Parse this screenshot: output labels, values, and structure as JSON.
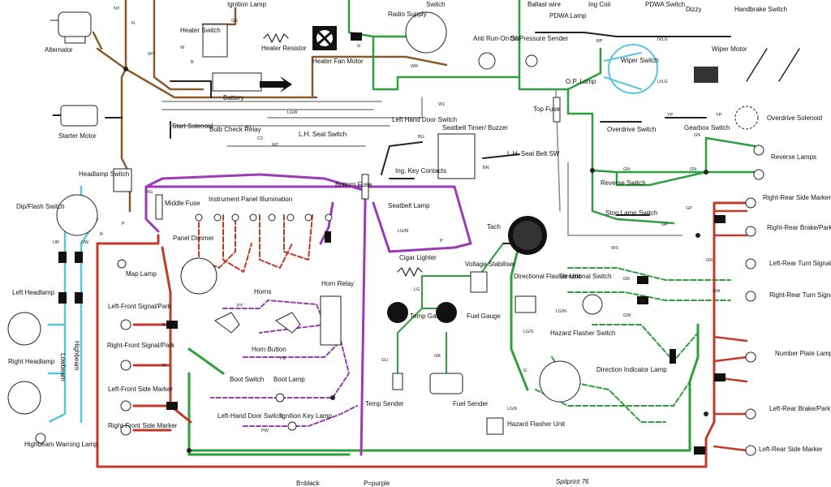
{
  "colors": {
    "brown": "#8b5a2b",
    "green": "#2e9e3e",
    "purple": "#9b3bb5",
    "red": "#c0392b",
    "blue": "#54c6e0",
    "black": "#222222",
    "yellow": "#e6c200",
    "grey": "#888888"
  },
  "components": {
    "ignition_lamp": "Ignition Lamp",
    "ign_coil": "Ing Coil",
    "ballast_wire": "Ballast wire",
    "switch_top": "Switch",
    "pdwa_switch": "PDWA Switch",
    "dizzy": "Dizzy",
    "handbrake_switch": "Handbrake Switch",
    "alternator": "Alternator",
    "heater_switch": "Heater Switch",
    "heater_resistor": "Heater Resistor",
    "heater_fan_motor": "Heater Fan Motor",
    "radio_supply": "Radio Supply",
    "anti_run_on_sol": "Anti Run-On Sol",
    "oil_pressure_sender": "Oil Pressure Sender",
    "pdwa_lamp": "PDWA Lamp",
    "op_lamp": "O.P. Lamp",
    "wiper_switch": "Wiper Switch",
    "wiper_motor": "Wiper Motor",
    "battery": "Battery",
    "starter_motor": "Starter Motor",
    "start_solenoid": "Start Solenoid",
    "bulb_check_relay": "Bulb Check Relay",
    "lh_seat_switch": "L.H. Seat Switch",
    "left_hand_door_switch_top": "Left Hand Door Switch",
    "seatbelt_timer": "Seatbelt Timer/ Buzzer",
    "lh_seat_belt_sw": "L.H. Seat Belt SW",
    "ing_key_contacts": "Ing. Key Contacts",
    "top_fuse": "Top Fuse",
    "overdrive_switch": "Overdrive Switch",
    "gearbox_switch": "Gearbox Switch",
    "overdrive_solenoid": "Overdrive Solenoid",
    "reverse_lamps": "Reverse Lamps",
    "reverse_switch": "Reverse Switch",
    "stop_lamp_switch": "Stop Lamp Switch",
    "headlamp_switch": "Headlamp Switch",
    "dip_flash_switch": "Dip/Flash Switch",
    "middle_fuse": "Middle Fuse",
    "instrument_panel_illumination": "Instrument Panel Illumination",
    "bottom_fuse": "Bottom Fuse",
    "seatbelt_lamp": "Seatbelt Lamp",
    "tach": "Tach",
    "right_rear_side_marker": "Right-Rear Side Marker",
    "right_rear_brake_park": "Right-Rear Brake/Park",
    "panel_dimmer": "Panel Dimmer",
    "map_lamp": "Map Lamp",
    "cigar_lighter": "Cigar Lighter",
    "voltage_stabiliser": "Voltage Stabiliser",
    "directional_flasher_unit": "Directional Flasher Unit",
    "directional_switch": "Directional Switch",
    "left_rear_turn_signal": "Left-Rear Turn Signal",
    "right_rear_turn_signal": "Right-Rear Turn Signal",
    "left_headlamp": "Left Headlamp",
    "horns": "Horns",
    "horn_relay": "Horn Relay",
    "left_front_signal_park": "Left-Front Signal/Park",
    "right_front_signal_park": "Right-Front Signal/Park",
    "horn_button": "Horn Button",
    "temp_gauge": "Temp Gauge",
    "fuel_gauge": "Fuel Gauge",
    "hazard_flasher_switch": "Hazard Flasher Switch",
    "direction_indicator_lamp": "Direction Indicator Lamp",
    "right_headlamp": "Right Headlamp",
    "lowbeam": "Lowbeam",
    "highbeam": "Highbeam",
    "number_plate_lamps": "Number Plate Lamps",
    "boot_switch": "Boot Switch",
    "boot_lamp": "Boot Lamp",
    "left_front_side_marker": "Left-Front Side Marker",
    "left_hand_door_switch_bottom": "Left-Hand Door Switch",
    "ignition_key_lamp": "Ignition Key Lamp",
    "right_front_side_marker": "Right-Front Side Marker",
    "left_rear_brake_park": "Left-Rear Brake/Park",
    "temp_sender": "Temp Sender",
    "fuel_sender": "Fuel Sender",
    "hazard_flasher_unit": "Hazard Flasher Unit",
    "highbeam_warning_lamp": "Highbeam Warning Lamp",
    "left_rear_side_marker": "Left-Rear Side Marker"
  },
  "wire_codes": {
    "ny": "NY",
    "n": "N",
    "gs": "GS",
    "wy": "WY",
    "w": "W",
    "g": "G",
    "wr": "WR",
    "bp": "BP",
    "nlg": "N/LG",
    "ulg": "U/LG",
    "lgw": "LGW",
    "gn": "GN",
    "yp": "YP",
    "ws": "WS",
    "gp": "GP",
    "rg": "RG",
    "p": "P",
    "r": "R",
    "ur": "UR",
    "uw": "UW",
    "lg": "LG",
    "gr": "GR",
    "gw": "GW",
    "lgn": "LG/N",
    "lgs": "LG/S",
    "lgk": "LG/K",
    "gu": "GU",
    "gb": "GB",
    "pb": "PB",
    "py": "PY",
    "pw": "PW",
    "bn": "BN",
    "bg": "BG",
    "lgm": "LG/M",
    "b": "B",
    "c1": "C1",
    "c2": "C2",
    "w1": "W1",
    "w2": "W2"
  },
  "footer": {
    "title": "Spitprint 76",
    "legend_black": "B=black",
    "legend_purple": "P=purple"
  }
}
